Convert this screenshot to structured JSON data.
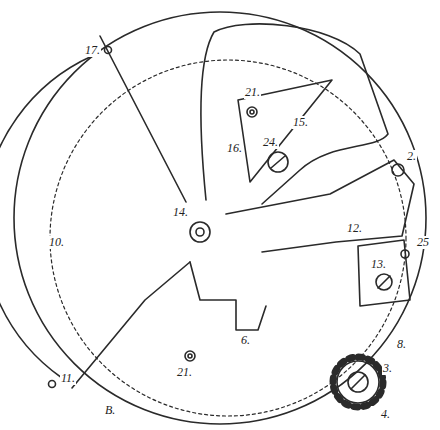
{
  "diagram": {
    "labels": [
      "17.",
      "21.",
      "15.",
      "16.",
      "24.",
      "2.",
      "14.",
      "12.",
      "25",
      "13.",
      "10.",
      "6.",
      "8.",
      "3.",
      "4.",
      "21.",
      "11.",
      "B."
    ]
  }
}
